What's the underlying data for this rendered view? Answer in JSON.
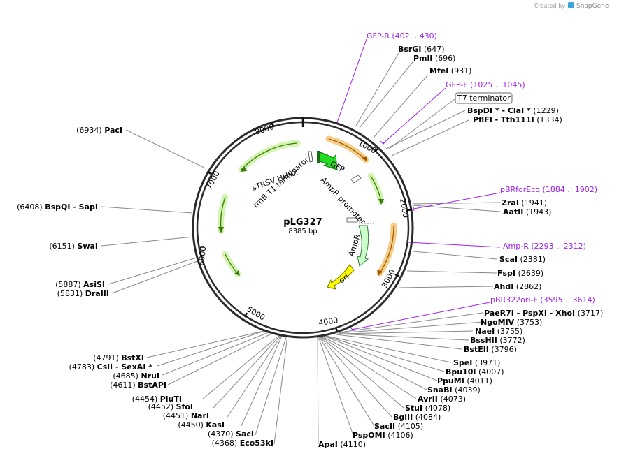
{
  "credit": {
    "prefix": "Created by",
    "brand": "SnapGene"
  },
  "plasmid": {
    "name": "pLG327",
    "length": "8385 bp",
    "length_bp": 8385
  },
  "ticks": [
    "1000",
    "2000",
    "3000",
    "4000",
    "5000",
    "6000",
    "7000",
    "8000"
  ],
  "enzymes": [
    {
      "name": "BsrGI",
      "pos": "(647)",
      "bp": 647
    },
    {
      "name": "PmlI",
      "pos": "(696)",
      "bp": 696
    },
    {
      "name": "MfeI",
      "pos": "(931)",
      "bp": 931
    },
    {
      "name": "BspDI * - ClaI *",
      "pos": "(1229)",
      "bp": 1229
    },
    {
      "name": "PflFI - Tth111I",
      "pos": "(1334)",
      "bp": 1334
    },
    {
      "name": "ZraI",
      "pos": "(1941)",
      "bp": 1941
    },
    {
      "name": "AatII",
      "pos": "(1943)",
      "bp": 1943
    },
    {
      "name": "ScaI",
      "pos": "(2381)",
      "bp": 2381
    },
    {
      "name": "FspI",
      "pos": "(2639)",
      "bp": 2639
    },
    {
      "name": "AhdI",
      "pos": "(2862)",
      "bp": 2862
    },
    {
      "name": "PaeR7I - PspXI - XhoI",
      "pos": "(3717)",
      "bp": 3717
    },
    {
      "name": "NgoMIV",
      "pos": "(3753)",
      "bp": 3753
    },
    {
      "name": "NaeI",
      "pos": "(3755)",
      "bp": 3755
    },
    {
      "name": "BssHII",
      "pos": "(3772)",
      "bp": 3772
    },
    {
      "name": "BstEII",
      "pos": "(3796)",
      "bp": 3796
    },
    {
      "name": "SpeI",
      "pos": "(3971)",
      "bp": 3971
    },
    {
      "name": "Bpu10I",
      "pos": "(4007)",
      "bp": 4007
    },
    {
      "name": "PpuMI",
      "pos": "(4011)",
      "bp": 4011
    },
    {
      "name": "SnaBI",
      "pos": "(4039)",
      "bp": 4039
    },
    {
      "name": "AvrII",
      "pos": "(4073)",
      "bp": 4073
    },
    {
      "name": "StuI",
      "pos": "(4078)",
      "bp": 4078
    },
    {
      "name": "BglII",
      "pos": "(4084)",
      "bp": 4084
    },
    {
      "name": "SacII",
      "pos": "(4105)",
      "bp": 4105
    },
    {
      "name": "PspOMI",
      "pos": "(4106)",
      "bp": 4106
    },
    {
      "name": "ApaI",
      "pos": "(4110)",
      "bp": 4110
    },
    {
      "name": "Eco53kI",
      "pos": "(4368)",
      "bp": 4368
    },
    {
      "name": "SacI",
      "pos": "(4370)",
      "bp": 4370
    },
    {
      "name": "KasI",
      "pos": "(4450)",
      "bp": 4450
    },
    {
      "name": "NarI",
      "pos": "(4451)",
      "bp": 4451
    },
    {
      "name": "SfoI",
      "pos": "(4452)",
      "bp": 4452
    },
    {
      "name": "PluTI",
      "pos": "(4454)",
      "bp": 4454
    },
    {
      "name": "BstAPI",
      "pos": "(4611)",
      "bp": 4611
    },
    {
      "name": "NruI",
      "pos": "(4685)",
      "bp": 4685
    },
    {
      "name": "CsiI - SexAI *",
      "pos": "(4783)",
      "bp": 4783
    },
    {
      "name": "BstXI",
      "pos": "(4791)",
      "bp": 4791
    },
    {
      "name": "DraIII",
      "pos": "(5831)",
      "bp": 5831
    },
    {
      "name": "AsiSI",
      "pos": "(5887)",
      "bp": 5887
    },
    {
      "name": "SwaI",
      "pos": "(6151)",
      "bp": 6151
    },
    {
      "name": "BspQI - SapI",
      "pos": "(6408)",
      "bp": 6408
    },
    {
      "name": "PacI",
      "pos": "(6934)",
      "bp": 6934
    }
  ],
  "primers": [
    {
      "name": "GFP-R",
      "pos": "(402 .. 430)",
      "bp": 416
    },
    {
      "name": "GFP-F",
      "pos": "(1025 .. 1045)",
      "bp": 1035
    },
    {
      "name": "pBRforEco",
      "pos": "(1884 .. 1902)",
      "bp": 1893
    },
    {
      "name": "Amp-R",
      "pos": "(2293 .. 2312)",
      "bp": 2302
    },
    {
      "name": "pBR322ori-F",
      "pos": "(3595 .. 3614)",
      "bp": 3604
    }
  ],
  "features": [
    {
      "name": "T7 terminator",
      "bp": 1180
    },
    {
      "name": "GFP",
      "bp": 400
    },
    {
      "name": "AmpR promoter",
      "bp": 1500
    },
    {
      "name": "AmpR",
      "bp": 2700
    },
    {
      "name": "ori",
      "bp": 3500
    },
    {
      "name": "sTRSV HHRz",
      "bp": 150
    },
    {
      "name": "rrnB T1 terminator",
      "bp": 8300
    }
  ],
  "colors": {
    "backbone": "#2b2b2b",
    "orf_arrow": "#c8f0a0",
    "orf_stroke": "#3a7a10",
    "orange_arrow": "#f5cd88",
    "orange_stroke": "#a05a00",
    "gfp": "#22dd22",
    "ampr": "#ccffcc",
    "ori": "#ffff00",
    "primer": "#a020f0",
    "leader": "#888888"
  }
}
